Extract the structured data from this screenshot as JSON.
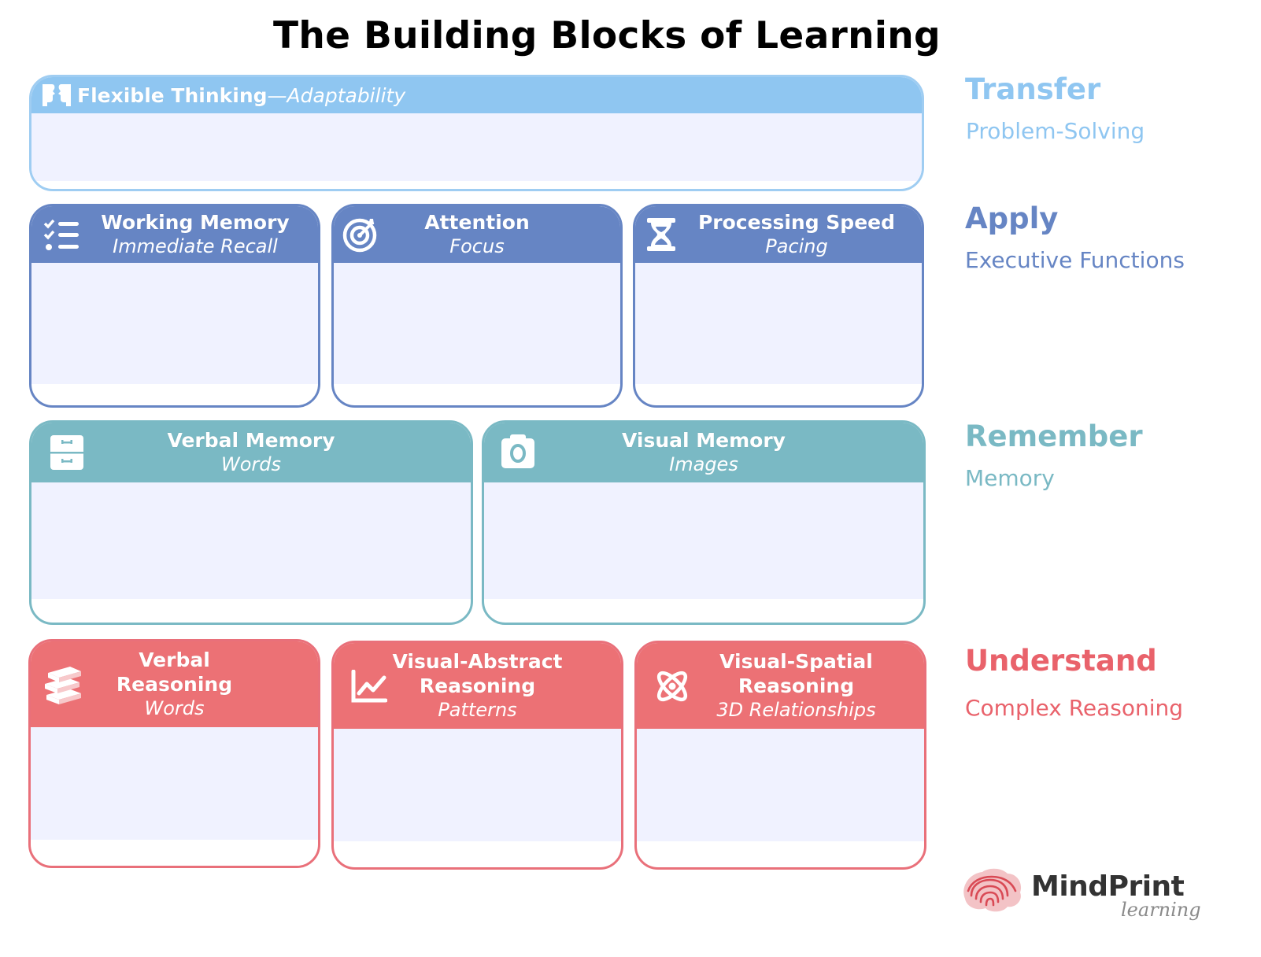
{
  "title": "The Building Blocks of Learning",
  "colors": {
    "transfer": "#8fc6f1",
    "apply": "#6685c4",
    "remember": "#7ab9c4",
    "understand": "#ec7175",
    "card_fill": "#f0f2ff"
  },
  "categories": {
    "transfer": {
      "title": "Transfer",
      "subtitle": "Problem-Solving"
    },
    "apply": {
      "title": "Apply",
      "subtitle": "Executive Functions"
    },
    "remember": {
      "title": "Remember",
      "subtitle": "Memory"
    },
    "understand": {
      "title": "Understand",
      "subtitle": "Complex Reasoning"
    }
  },
  "cards": {
    "flexible_thinking": {
      "title": "Flexible Thinking",
      "subtitle": "—Adaptability",
      "icon": "head-profiles-icon"
    },
    "working_memory": {
      "title": "Working Memory",
      "subtitle": "Immediate Recall",
      "icon": "checklist-icon"
    },
    "attention": {
      "title": "Attention",
      "subtitle": "Focus",
      "icon": "target-icon"
    },
    "processing_speed": {
      "title": "Processing Speed",
      "subtitle": "Pacing",
      "icon": "hourglass-icon"
    },
    "verbal_memory": {
      "title": "Verbal Memory",
      "subtitle": "Words",
      "icon": "file-cabinet-icon"
    },
    "visual_memory": {
      "title": "Visual Memory",
      "subtitle": "Images",
      "icon": "camera-icon"
    },
    "verbal_reasoning": {
      "title_line1": "Verbal",
      "title_line2": "Reasoning",
      "subtitle": "Words",
      "icon": "books-icon"
    },
    "visual_abstract_reasoning": {
      "title_line1": "Visual-Abstract",
      "title_line2": "Reasoning",
      "subtitle": "Patterns",
      "icon": "line-chart-icon"
    },
    "visual_spatial_reasoning": {
      "title_line1": "Visual-Spatial",
      "title_line2": "Reasoning",
      "subtitle": "3D Relationships",
      "icon": "atom-icon"
    }
  },
  "logo": {
    "name": "MindPrint",
    "tagline": "learning",
    "icon": "fingerprint-brain-icon"
  }
}
